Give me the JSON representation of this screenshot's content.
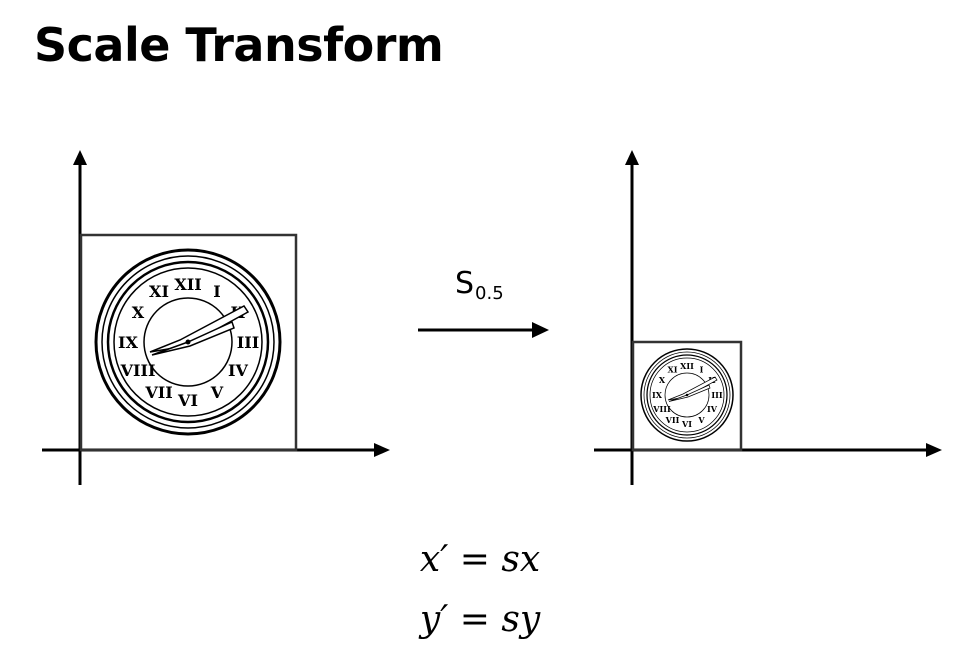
{
  "slide": {
    "title": "Scale Transform",
    "operator": {
      "symbol": "S",
      "subscript": "0.5",
      "scale_factor": 0.5
    },
    "equations": [
      "x′ = sx",
      "y′ = sy"
    ]
  }
}
